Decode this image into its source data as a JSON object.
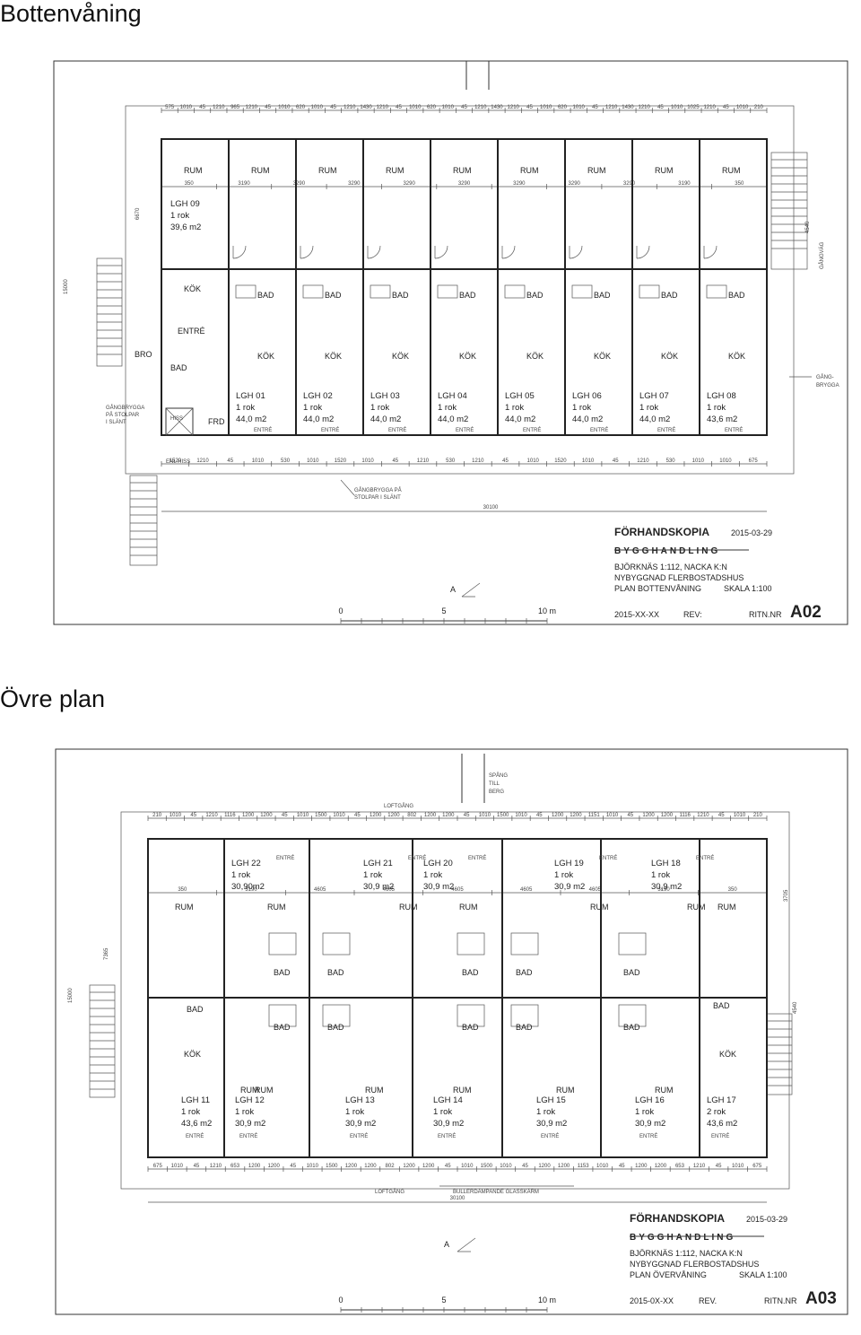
{
  "sections": [
    {
      "heading": "Bottenvåning",
      "title_block": {
        "copy_label": "FÖRHANDSKOPIA",
        "date": "2015-03-29",
        "stage": "BYGGHANDLING",
        "line1": "BJÖRKNÄS 1:112, NACKA K:N",
        "line2": "NYBYGGNAD FLERBOSTADSHUS",
        "plan_name": "PLAN BOTTENVÅNING",
        "scale": "SKALA 1:100",
        "rev_date": "2015-XX-XX",
        "rev_label": "REV:",
        "drawing_label": "RITN.NR",
        "drawing_no": "A02"
      },
      "scale_bar": [
        "0",
        "5",
        "10 m"
      ],
      "section_mark": "A",
      "total_width": "30100",
      "labels": {
        "gangbrygga_left": "GÅNGBRYGGA PÅ STOLPAR I SLÄNT",
        "gangbrygga_bottom": "GÅNGBRYGGA PÅ STOLPAR I SLÄNT",
        "gangvag": "GÅNGVÄG",
        "gangbrygga_right": "GÅNG- BRYGGA",
        "hiss": "HISS",
        "enl_hiss": "ENL HISS",
        "bro": "BRO",
        "fro": "FRD",
        "rum": "RUM",
        "bad": "BAD",
        "kok": "KÖK",
        "entre": "ENTRÉ"
      },
      "apartments_top": [
        {
          "name": "LGH 09",
          "rooms": "1 rok",
          "area": "39,6 m2"
        }
      ],
      "apartments_bottom": [
        {
          "name": "LGH 01",
          "rooms": "1 rok",
          "area": "44,0 m2"
        },
        {
          "name": "LGH 02",
          "rooms": "1 rok",
          "area": "44,0 m2"
        },
        {
          "name": "LGH 03",
          "rooms": "1 rok",
          "area": "44,0 m2"
        },
        {
          "name": "LGH 04",
          "rooms": "1 rok",
          "area": "44,0 m2"
        },
        {
          "name": "LGH 05",
          "rooms": "1 rok",
          "area": "44,0 m2"
        },
        {
          "name": "LGH 06",
          "rooms": "1 rok",
          "area": "44,0 m2"
        },
        {
          "name": "LGH 07",
          "rooms": "1 rok",
          "area": "44,0 m2"
        },
        {
          "name": "LGH 08",
          "rooms": "1 rok",
          "area": "43,6 m2"
        }
      ],
      "top_dims": [
        "575",
        "1010",
        "45",
        "1210",
        "965",
        "1210",
        "45",
        "1010",
        "620",
        "1010",
        "45",
        "1210",
        "1430",
        "1210",
        "45",
        "1010",
        "620",
        "1010",
        "45",
        "1210",
        "1430",
        "1210",
        "45",
        "1010",
        "620",
        "1010",
        "45",
        "1210",
        "1430",
        "1210",
        "45",
        "1010",
        "1025",
        "1210",
        "45",
        "1010",
        "210"
      ],
      "room_dims": [
        "350",
        "3190",
        "3290",
        "3290",
        "3290",
        "3290",
        "3290",
        "3290",
        "3290",
        "3190",
        "350"
      ],
      "bottom_dims": [
        "1520",
        "1210",
        "45",
        "1010",
        "530",
        "1010",
        "1520",
        "1010",
        "45",
        "1210",
        "530",
        "1210",
        "45",
        "1010",
        "1520",
        "1010",
        "45",
        "1210",
        "530",
        "1010",
        "1010",
        "675"
      ],
      "side_dims": [
        "6670",
        "15000",
        "4540"
      ]
    },
    {
      "heading": "Övre plan",
      "title_block": {
        "copy_label": "FÖRHANDSKOPIA",
        "date": "2015-03-29",
        "stage": "BYGGHANDLING",
        "line1": "BJÖRKNÄS 1:112, NACKA K:N",
        "line2": "NYBYGGNAD FLERBOSTADSHUS",
        "plan_name": "PLAN ÖVERVÅNING",
        "scale": "SKALA 1:100",
        "rev_date": "2015-0X-XX",
        "rev_label": "REV.",
        "drawing_label": "RITN.NR",
        "drawing_no": "A03"
      },
      "scale_bar": [
        "0",
        "5",
        "10 m"
      ],
      "section_mark": "A",
      "total_width": "30100",
      "labels": {
        "spang": "SPÅNG TILL BERG",
        "loftgang_top": "LOFTGÅNG",
        "loftgang_bottom": "LOFTGÅNG",
        "glasskarm": "BULLERDÄMPANDE GLASSKÄRM",
        "rum": "RUM",
        "bad": "BAD",
        "kok": "KÖK",
        "entre": "ENTRÉ"
      },
      "apartments_top": [
        {
          "name": "LGH 22",
          "rooms": "1 rok",
          "area": "30,90m2"
        },
        {
          "name": "LGH 21",
          "rooms": "1 rok",
          "area": "30,9 m2"
        },
        {
          "name": "LGH 20",
          "rooms": "1 rok",
          "area": "30,9 m2"
        },
        {
          "name": "LGH 19",
          "rooms": "1 rok",
          "area": "30,9 m2"
        },
        {
          "name": "LGH 18",
          "rooms": "1 rok",
          "area": "30,9 m2"
        }
      ],
      "apartments_bottom": [
        {
          "name": "LGH 11",
          "rooms": "1 rok",
          "area": "43,6 m2"
        },
        {
          "name": "LGH 12",
          "rooms": "1 rok",
          "area": "30,9 m2"
        },
        {
          "name": "LGH 13",
          "rooms": "1 rok",
          "area": "30,9 m2"
        },
        {
          "name": "LGH 14",
          "rooms": "1 rok",
          "area": "30,9 m2"
        },
        {
          "name": "LGH 15",
          "rooms": "1 rok",
          "area": "30,9 m2"
        },
        {
          "name": "LGH 16",
          "rooms": "1 rok",
          "area": "30,9 m2"
        },
        {
          "name": "LGH 17",
          "rooms": "2 rok",
          "area": "43,6 m2"
        }
      ],
      "top_dims": [
        "210",
        "1010",
        "45",
        "1210",
        "1116",
        "1200",
        "1200",
        "45",
        "1010",
        "1500",
        "1010",
        "45",
        "1200",
        "1200",
        "802",
        "1200",
        "1200",
        "45",
        "1010",
        "1500",
        "1010",
        "45",
        "1200",
        "1200",
        "1151",
        "1010",
        "45",
        "1200",
        "1200",
        "1116",
        "1210",
        "45",
        "1010",
        "210"
      ],
      "room_dims": [
        "350",
        "3190",
        "4605",
        "4605",
        "4605",
        "4605",
        "4605",
        "3190",
        "350"
      ],
      "bottom_dims": [
        "675",
        "1010",
        "45",
        "1210",
        "653",
        "1200",
        "1200",
        "45",
        "1010",
        "1500",
        "1200",
        "1200",
        "802",
        "1200",
        "1200",
        "45",
        "1010",
        "1500",
        "1010",
        "45",
        "1200",
        "1200",
        "1153",
        "1010",
        "45",
        "1200",
        "1200",
        "653",
        "1210",
        "45",
        "1010",
        "675"
      ],
      "side_dims": [
        "7365",
        "15000",
        "4540",
        "3705"
      ]
    }
  ]
}
